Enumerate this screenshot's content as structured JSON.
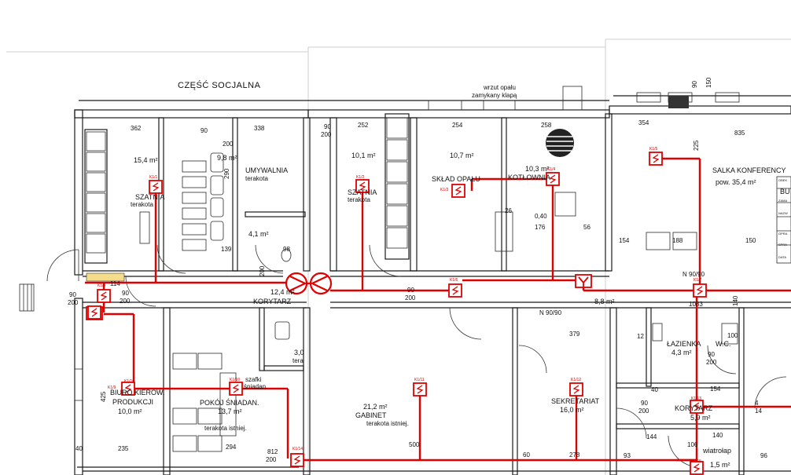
{
  "colors": {
    "wall": "#1a1a1a",
    "route": "#e00000",
    "fixture": "#c00000",
    "highlight": "#f5dc8a",
    "background": "#ffffff"
  },
  "title": {
    "section": "CZĘŚĆ SOCJALNA",
    "note1": "wrzut opału",
    "note2": "zamykany klapą"
  },
  "rooms": {
    "szatnia_left": {
      "area": "15,4 m²",
      "name": "SZATNIA",
      "floor": "terakota"
    },
    "umywalnia": {
      "area": "9,8 m²",
      "name": "UMYWALNIA",
      "floor": "terakota"
    },
    "wc_small": {
      "area": "4,1 m²"
    },
    "szatnia_mid": {
      "area": "10,1 m²",
      "name": "SZATNIA",
      "floor": "terakota"
    },
    "sklad_opalu": {
      "area": "10,7 m²",
      "name": "SKŁAD OPAŁU"
    },
    "kotlownia": {
      "area": "10,3 m²",
      "name": "KOTŁOWNIA"
    },
    "salka": {
      "name": "SALKA KONFERENCY",
      "area": "pow. 35,4 m²"
    },
    "korytarz_main": {
      "area": "12,4 m²",
      "name": "KORYTARZ"
    },
    "korytarz_right": {
      "area": "8,8 m²"
    },
    "biuro": {
      "name1": "BIURO KIEROW.",
      "name2": "PRODUKCJI",
      "area": "10,0 m²"
    },
    "pokoj": {
      "extra1": "szafki",
      "extra2": "śniadan.",
      "name": "POKÓJ ŚNIADAN.",
      "area": "13,7 m²",
      "floor": "terakota istniej."
    },
    "small30": {
      "area": "3,0",
      "floor": "tera"
    },
    "gabinet": {
      "area": "21,2 m²",
      "name": "GABINET",
      "floor": "terakota istniej."
    },
    "sekretariat": {
      "name": "SEKRETARIAT",
      "area": "16,0 m²"
    },
    "lazienka": {
      "name": "ŁAZIENKA",
      "area": "4,3 m²",
      "wc": "W.C."
    },
    "korytarz_small": {
      "name": "KORYTARZ",
      "area": "5,9 m²"
    },
    "wiatrolap": {
      "name": "wiatrołap",
      "area": "1,5 m²"
    }
  },
  "dimensions": {
    "d362": "362",
    "d90a": "90",
    "d338": "338",
    "d200a": "200",
    "d290": "290",
    "d252": "252",
    "d90b": "90",
    "d200b": "200",
    "d254": "254",
    "d258": "258",
    "d354": "354",
    "d835": "835",
    "d225": "225",
    "d90c": "90",
    "d150": "150",
    "d139": "139",
    "d98": "98",
    "d26": "26",
    "d176": "176",
    "d56": "56",
    "d0_40": "0,40",
    "d154": "154",
    "d188": "188",
    "d150b": "150",
    "dn90_90": "N 90/90",
    "d1083": "1083",
    "d379": "379",
    "dn90_90b": "N 90/90",
    "d90_200a": "90",
    "d200_a": "200",
    "d114": "114",
    "d425": "425",
    "d40": "40",
    "d235": "235",
    "d294": "294",
    "d90_200b": "90",
    "d200_b": "200",
    "d90_200c": "90",
    "d200_c": "200",
    "d90_200d": "90",
    "d200_d": "200",
    "d500": "500",
    "d60": "60",
    "d278": "278",
    "d93": "93",
    "d144": "144",
    "d140": "140",
    "d96": "96",
    "d106": "106",
    "d100": "100",
    "d12": "12",
    "d90_200e": "90",
    "d200_e": "200",
    "d40b": "40",
    "d154b": "154",
    "d90_200f": "90",
    "d200_f": "200",
    "d812": "812",
    "d200_g": "200",
    "d200_h": "200",
    "d4": "4",
    "d14": "14",
    "d140b": "140"
  },
  "fixture_tags": {
    "f1": "K1/1",
    "f2": "K1/2",
    "f3": "K1/3",
    "f4": "K1/4",
    "f5": "K1/5",
    "f6": "K1/6",
    "f7": "K1/7",
    "f8": "K1/8",
    "f9": "K1/9",
    "f10": "K1/10",
    "f11": "K1/11",
    "f12": "K1/12",
    "f13": "K1/13",
    "f14": "K1/14",
    "f15": "K1/15",
    "f16": "K1/16"
  },
  "table_labels": {
    "r1": "OBEK",
    "r2": "ZAMA",
    "r3": "NAZW",
    "r4": "OPRA",
    "r5": "SPRA",
    "r6": "DATA",
    "bu": "BU"
  }
}
